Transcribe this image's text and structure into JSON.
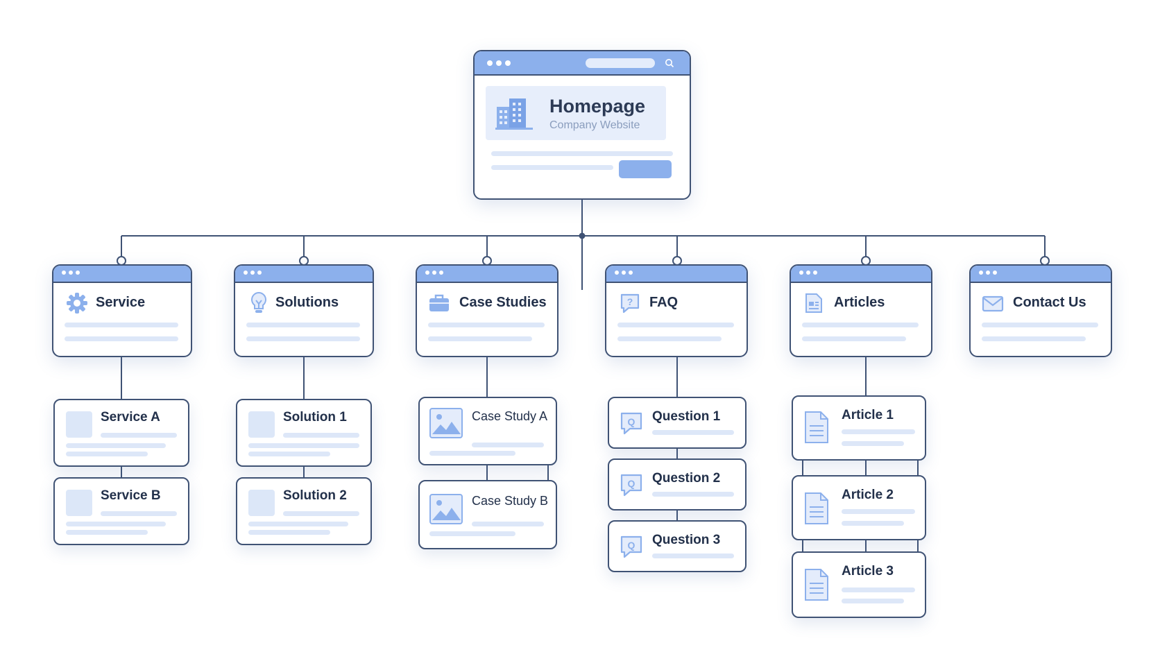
{
  "homepage": {
    "title": "Homepage",
    "subtitle": "Company Website"
  },
  "sections": [
    {
      "label": "Service",
      "icon": "gear-icon"
    },
    {
      "label": "Solutions",
      "icon": "lightbulb-icon"
    },
    {
      "label": "Case Studies",
      "icon": "briefcase-icon"
    },
    {
      "label": "FAQ",
      "icon": "question-icon"
    },
    {
      "label": "Articles",
      "icon": "newspaper-icon"
    },
    {
      "label": "Contact Us",
      "icon": "envelope-icon"
    }
  ],
  "service_items": [
    "Service A",
    "Service B"
  ],
  "solution_items": [
    "Solution 1",
    "Solution 2"
  ],
  "case_study_items": [
    "Case Study A",
    "Case Study B"
  ],
  "faq_items": [
    "Question 1",
    "Question 2",
    "Question 3"
  ],
  "article_items": [
    "Article 1",
    "Article 2",
    "Article 3"
  ],
  "colors": {
    "accent": "#8cb0ec",
    "border": "#3f5274",
    "placeholder": "#dde7f8"
  }
}
